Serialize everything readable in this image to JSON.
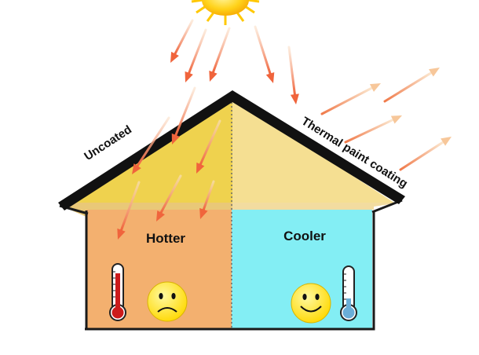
{
  "labels": {
    "uncoated": "Uncoated",
    "coated": "Thermal paint coating",
    "hot_room": "Hotter",
    "cool_room": "Cooler"
  },
  "icons": {
    "sun": "sun-icon",
    "hot_thermometer": "thermometer-hot-icon",
    "cold_thermometer": "thermometer-cold-icon",
    "sad_face": "sad-face-icon",
    "happy_face": "happy-face-icon"
  },
  "colors": {
    "hot_room": "#f3b06f",
    "cool_room": "#83eef4",
    "attic_uncoated": "#efd24e",
    "attic_coated": "#f5df92",
    "roof": "#111111",
    "sun": "#ffd21a",
    "incoming_ray": "#f0643c",
    "reflected_ray": "#f7c79a",
    "face": "#ffe600",
    "mercury_hot": "#cc1b1b",
    "mercury_cold": "#6aaed8"
  }
}
